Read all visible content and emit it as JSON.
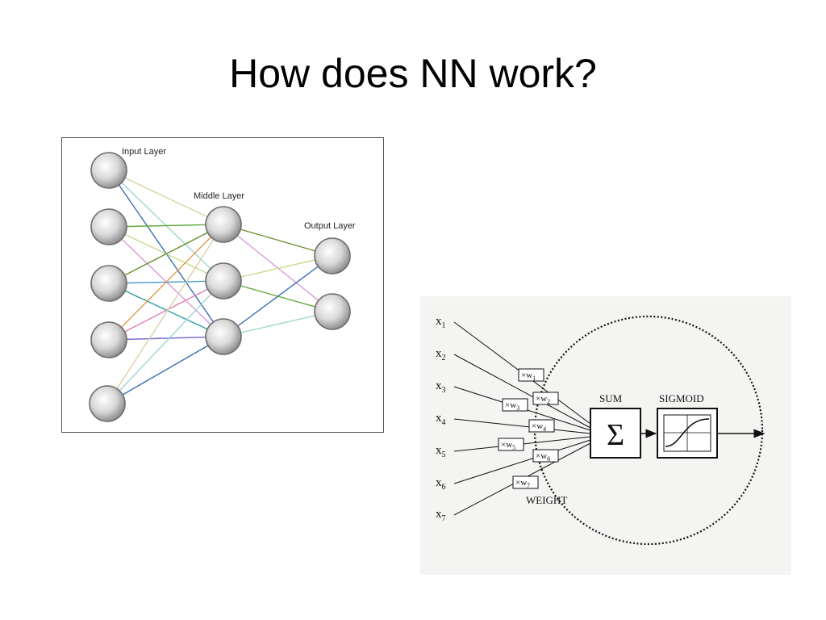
{
  "slide": {
    "title": "How does NN work?"
  },
  "network": {
    "input_label": "Input Layer",
    "middle_label": "Middle Layer",
    "output_label": "Output Layer",
    "input_count": 5,
    "middle_count": 3,
    "output_count": 2,
    "edge_colors": [
      "#d9d2a8",
      "#d79ad9",
      "#e07fb1",
      "#5fa83a",
      "#2a9ea0",
      "#9fd6d0",
      "#6b8f2e",
      "#7a6fd0",
      "#c9d98a",
      "#e39a4f",
      "#3a6fb0",
      "#4aa0c9"
    ]
  },
  "neuron": {
    "inputs": [
      {
        "var": "x",
        "sub": "1"
      },
      {
        "var": "x",
        "sub": "2"
      },
      {
        "var": "x",
        "sub": "3"
      },
      {
        "var": "x",
        "sub": "4"
      },
      {
        "var": "x",
        "sub": "5"
      },
      {
        "var": "x",
        "sub": "6"
      },
      {
        "var": "x",
        "sub": "7"
      }
    ],
    "weights": [
      {
        "mul": "×w",
        "sub": "1"
      },
      {
        "mul": "×w",
        "sub": "2"
      },
      {
        "mul": "×w",
        "sub": "3"
      },
      {
        "mul": "×w",
        "sub": "4"
      },
      {
        "mul": "×w",
        "sub": "5"
      },
      {
        "mul": "×w",
        "sub": "6"
      },
      {
        "mul": "×w",
        "sub": "7"
      }
    ],
    "weight_label": "WEIGHT",
    "sum_label": "SUM",
    "sum_symbol": "Σ",
    "sigmoid_label": "SIGMOID"
  }
}
